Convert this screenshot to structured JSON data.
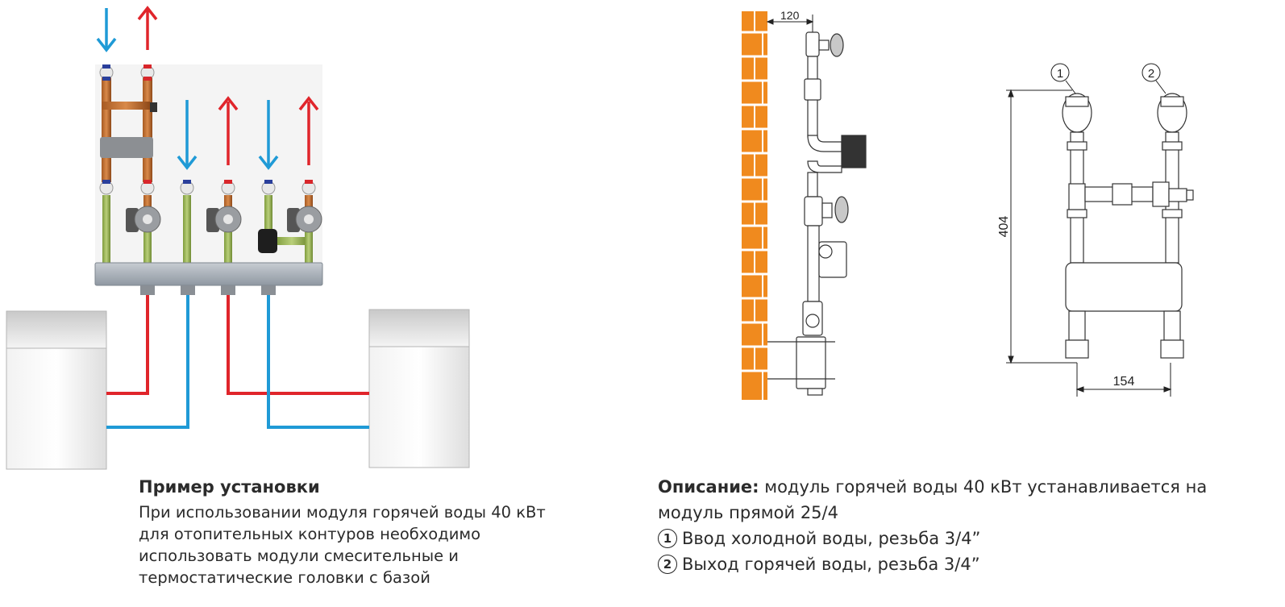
{
  "dimensions": {
    "side_offset": "120",
    "height": "404",
    "spacing": "154"
  },
  "markers": {
    "inlet": "1",
    "outlet": "2"
  },
  "example": {
    "title": "Пример установки",
    "lines": [
      "При использовании модуля горячей воды 40 кВт",
      "для отопительных контуров необходимо",
      "использовать модули смесительные и",
      "термостатические головки  с базой"
    ]
  },
  "description": {
    "label": "Описание:",
    "text_line1": " модуль горячей воды 40 кВт   устанавливается на",
    "text_line2": "модуль прямой   25/4",
    "items": [
      {
        "num": "1",
        "text": "Ввод холодной воды, резьба  3/4”"
      },
      {
        "num": "2",
        "text": "Выход горячей воды, резьба  3/4”"
      }
    ]
  },
  "colors": {
    "hot": "#e0252b",
    "cold": "#1f9ad6",
    "brick": "#f08a1e",
    "manifold": "#9aa3ad",
    "pump": "#8c8f93"
  }
}
